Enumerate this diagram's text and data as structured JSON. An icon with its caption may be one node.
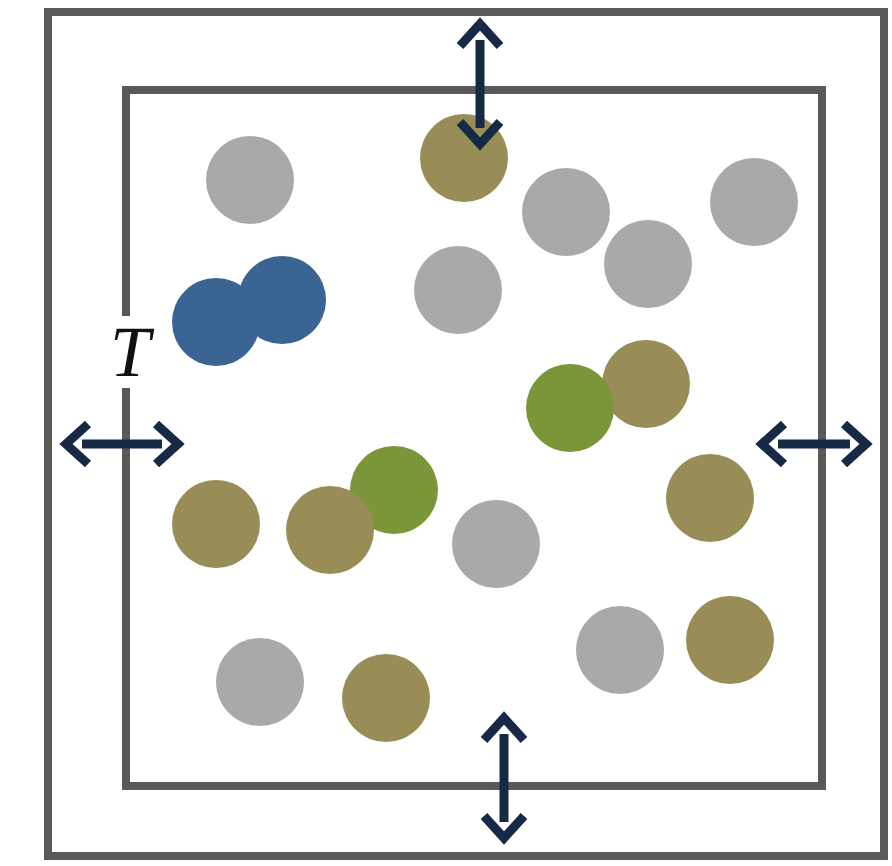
{
  "diagram": {
    "nodes": [
      {
        "text": [],
        "shape": "box"
      },
      {
        "text": [],
        "shape": "box",
        "in": 0
      },
      {
        "text": [],
        "shape": "circle",
        "in": 1
      },
      {
        "text": [],
        "shape": "circle",
        "in": 1
      },
      {
        "text": [],
        "shape": "circle",
        "in": 1
      },
      {
        "text": [],
        "shape": "circle",
        "in": 1
      },
      {
        "text": [],
        "shape": "circle",
        "in": 1
      },
      {
        "text": [],
        "shape": "circle",
        "in": 1
      },
      {
        "text": [],
        "shape": "circle",
        "in": 1
      },
      {
        "text": [],
        "shape": "circle",
        "in": 1
      },
      {
        "text": [],
        "shape": "circle",
        "in": 1
      },
      {
        "text": [],
        "shape": "circle",
        "in": 1
      },
      {
        "text": [],
        "shape": "circle",
        "in": 1
      },
      {
        "text": [],
        "shape": "circle",
        "in": 1
      },
      {
        "text": [],
        "shape": "circle",
        "in": 1
      },
      {
        "text": [],
        "shape": "circle",
        "in": 1
      },
      {
        "text": [],
        "shape": "circle",
        "in": 1
      },
      {
        "text": [],
        "shape": "circle",
        "in": 1
      },
      {
        "text": [],
        "shape": "circle",
        "in": 1
      },
      {
        "text": [],
        "shape": "circle",
        "in": 1
      },
      {
        "text": [],
        "shape": "circle",
        "in": 1
      }
    ],
    "labels": [
      "T"
    ]
  }
}
